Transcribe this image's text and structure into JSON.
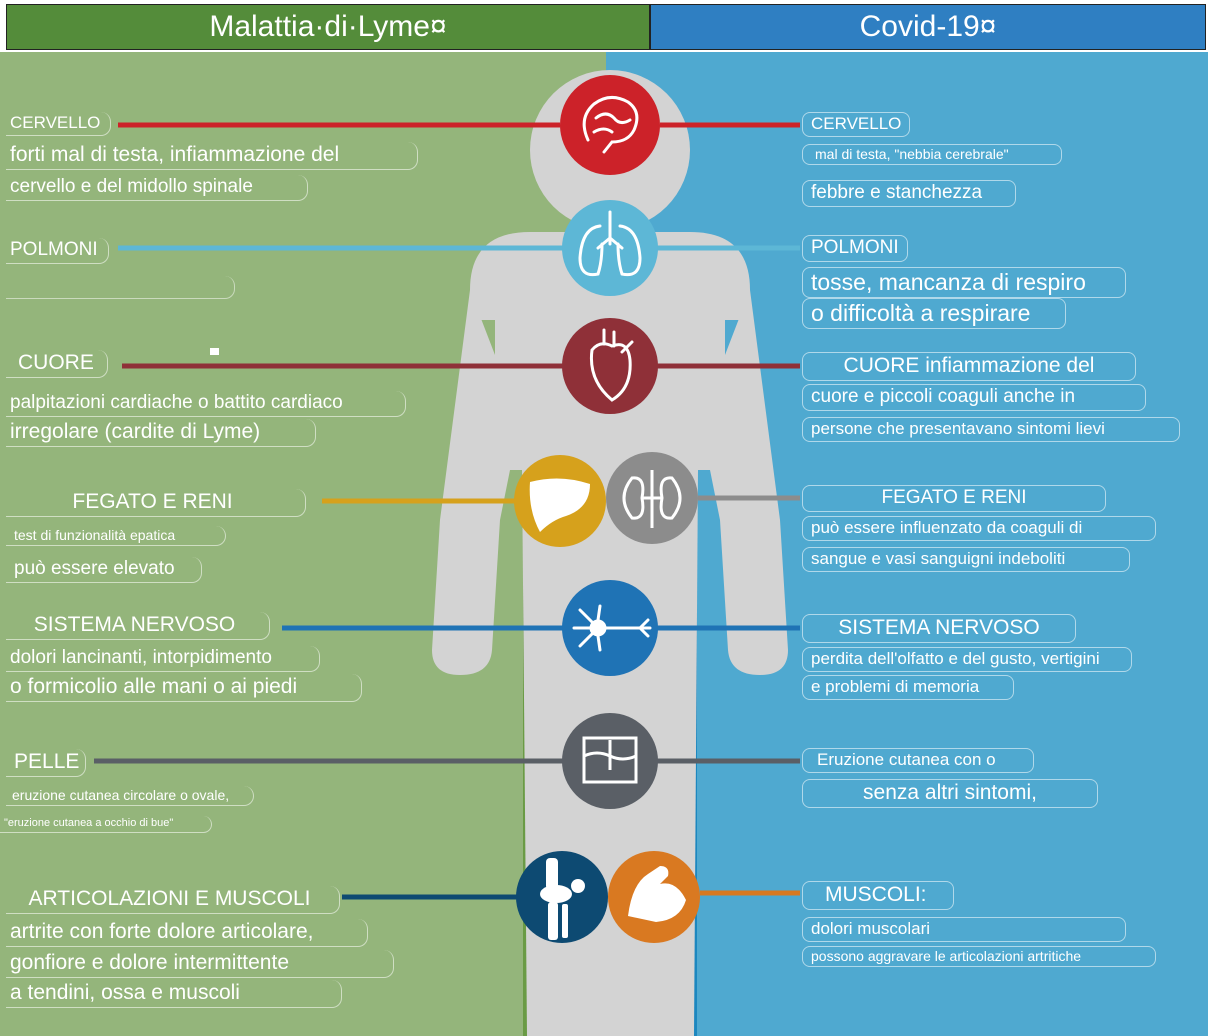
{
  "colors": {
    "lyme_bg": "#94b57b",
    "lyme_header": "#548c3a",
    "covid_bg": "#4fa9d0",
    "covid_header": "#2f7fc2",
    "body_silhouette": "#d3d3d3",
    "green_strip": "#6a9b45",
    "blue_strip": "#1c87bf",
    "brain": "#cc2229",
    "lungs": "#5db7d6",
    "heart": "#8f3038",
    "liver": "#d6a11c",
    "kidneys": "#8c8c8c",
    "nerve": "#1f73b5",
    "skin": "#5a5f66",
    "joints": "#0d4a72",
    "muscle": "#d97921"
  },
  "headers": {
    "lyme": "Malattia·di·Lyme¤",
    "covid": "Covid-19¤"
  },
  "icons": {
    "brain": "brain-icon",
    "lungs": "lungs-icon",
    "heart": "heart-icon",
    "liver": "liver-icon",
    "kidneys": "kidneys-icon",
    "nerve": "neuron-icon",
    "skin": "skin-icon",
    "joints": "knee-joint-icon",
    "muscle": "flexed-arm-icon"
  },
  "lyme": {
    "cervello": {
      "title": "CERVELLO",
      "line1": "forti mal di testa, infiammazione del",
      "line2": "cervello e del midollo spinale"
    },
    "polmoni": {
      "title": "POLMONI"
    },
    "cuore": {
      "title": "CUORE",
      "line1": "palpitazioni cardiache o battito cardiaco",
      "line2": "irregolare (cardite di Lyme)"
    },
    "fegato": {
      "title": "FEGATO E RENI",
      "line1": "test di funzionalità epatica",
      "line2": "può essere elevato"
    },
    "nervoso": {
      "title": "SISTEMA NERVOSO",
      "line1": "dolori lancinanti, intorpidimento",
      "line2": "o formicolio alle mani o ai piedi"
    },
    "pelle": {
      "title": "PELLE",
      "line1": "eruzione cutanea circolare o ovale,",
      "line2": "\"eruzione cutanea a occhio di bue\""
    },
    "articolazioni": {
      "title": "ARTICOLAZIONI E MUSCOLI",
      "line1": "artrite con forte dolore articolare,",
      "line2": "gonfiore e dolore intermittente",
      "line3": "a tendini, ossa e muscoli"
    }
  },
  "covid": {
    "cervello": {
      "title": "CERVELLO",
      "line1": "mal di testa, \"nebbia cerebrale\"",
      "line2": "febbre e stanchezza"
    },
    "polmoni": {
      "title": "POLMONI",
      "line1": "tosse, mancanza di respiro",
      "line2": "o difficoltà a respirare"
    },
    "cuore": {
      "line1": "CUORE infiammazione del",
      "line2": "cuore e piccoli coaguli anche in",
      "line3": "persone che presentavano sintomi lievi"
    },
    "fegato": {
      "title": "FEGATO E RENI",
      "line1": "può essere influenzato da coaguli di",
      "line2": "sangue e vasi sanguigni indeboliti"
    },
    "nervoso": {
      "title": "SISTEMA NERVOSO",
      "line1": "perdita dell'olfatto e del gusto, vertigini",
      "line2": "e problemi di memoria"
    },
    "pelle": {
      "line1": "Eruzione cutanea con o",
      "line2": "senza altri sintomi,"
    },
    "muscoli": {
      "title": "MUSCOLI:",
      "line1": "dolori muscolari",
      "line2": "possono aggravare le articolazioni artritiche"
    }
  }
}
